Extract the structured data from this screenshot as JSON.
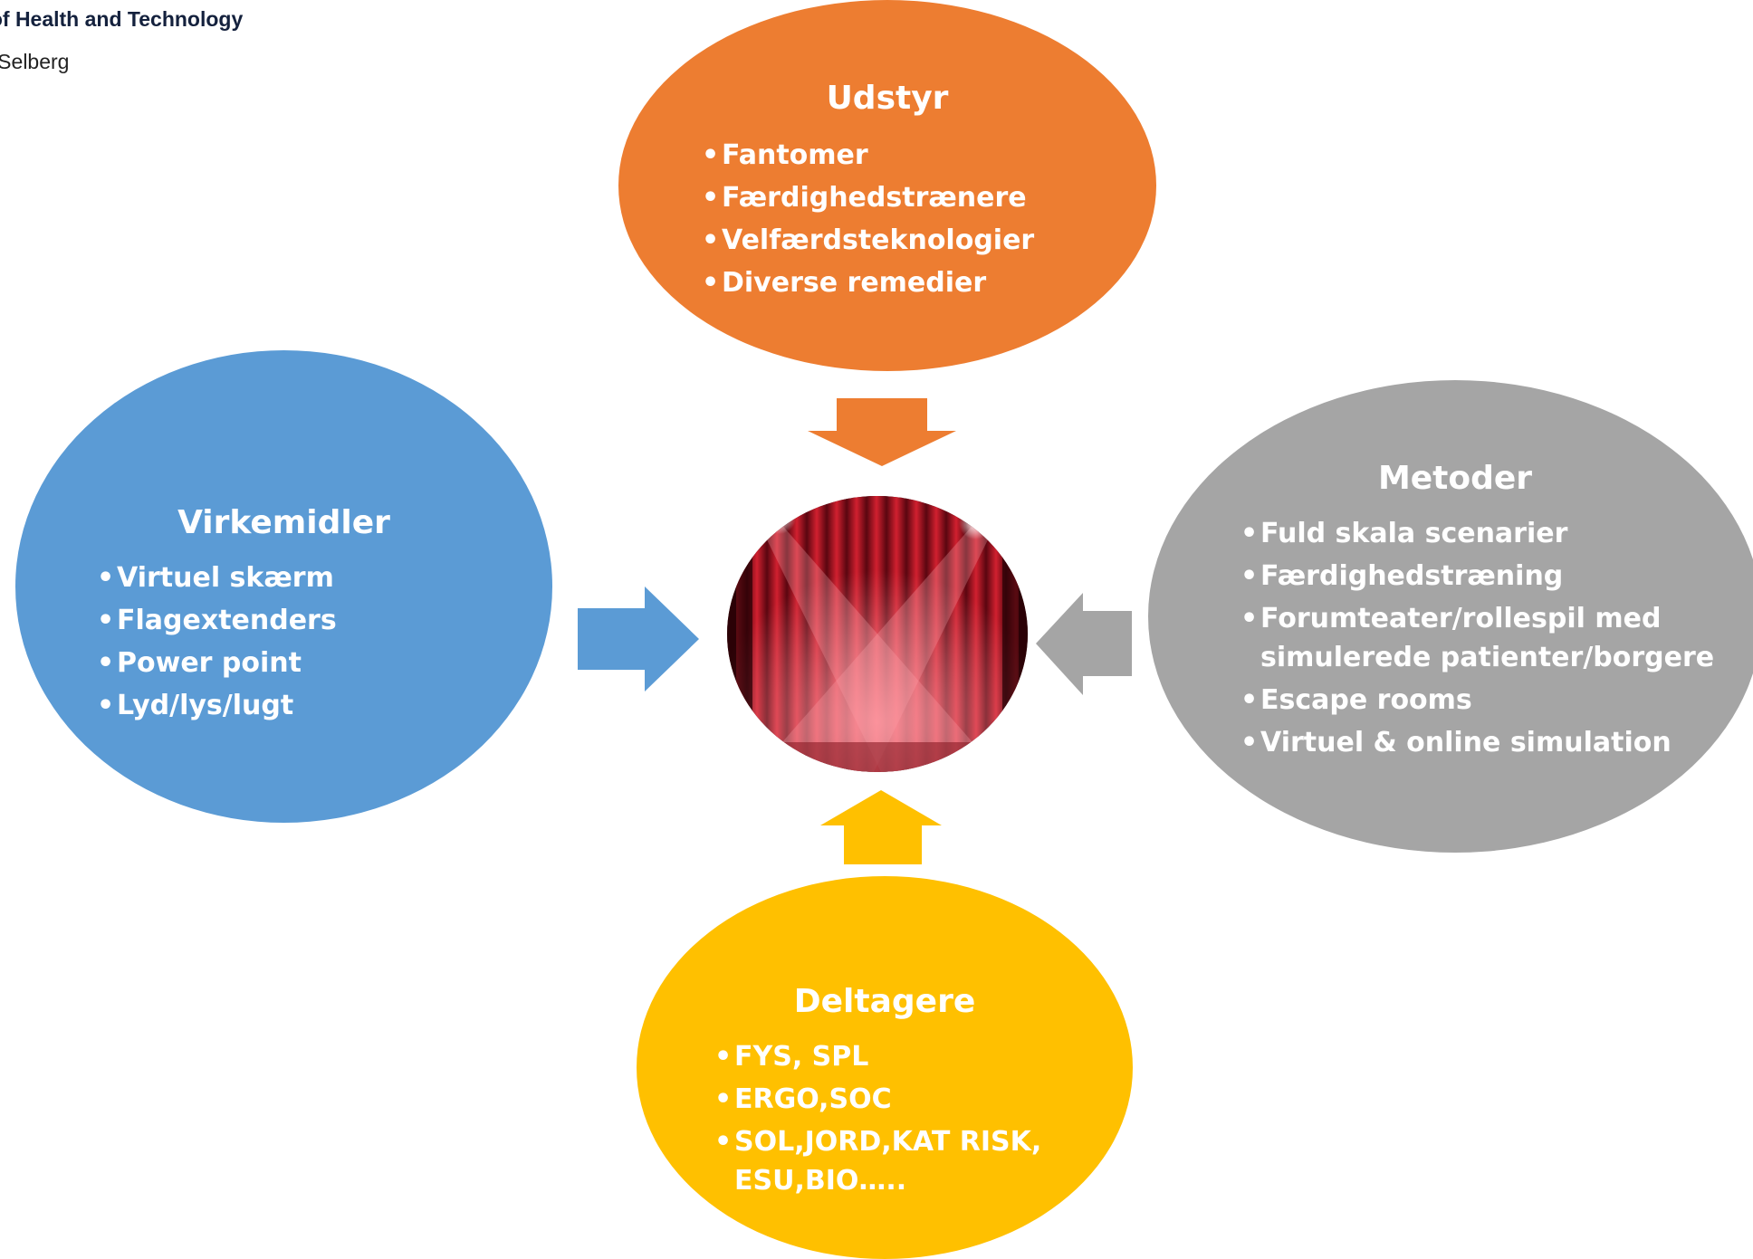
{
  "header": {
    "line1": "ty of  Health and Technology",
    "line2": "e Selberg"
  },
  "bubbles": {
    "udstyr": {
      "title": "Udstyr",
      "items": [
        "Fantomer",
        "Færdighedstrænere",
        "Velfærdsteknologier",
        "Diverse remedier"
      ]
    },
    "virkemidler": {
      "title": "Virkemidler",
      "items": [
        "Virtuel skærm",
        "Flagextenders",
        "Power point",
        "Lyd/lys/lugt"
      ]
    },
    "metoder": {
      "title": "Metoder",
      "items": [
        "Fuld skala scenarier",
        "Færdighedstræning",
        "Forumteater/rollespil med simulerede patienter/borgere",
        "Escape rooms",
        "Virtuel & online simulation"
      ]
    },
    "deltagere": {
      "title": "Deltagere",
      "items": [
        "FYS, SPL",
        "ERGO,SOC",
        "SOL,JORD,KAT RISK, ESU,BIO….."
      ]
    }
  },
  "colors": {
    "udstyr": "#ed7d31",
    "virkemidler": "#5b9bd5",
    "metoder": "#a5a5a5",
    "deltagere": "#ffc000",
    "curtain": "#c0182a"
  },
  "center_image": "stage-curtain-spotlights"
}
